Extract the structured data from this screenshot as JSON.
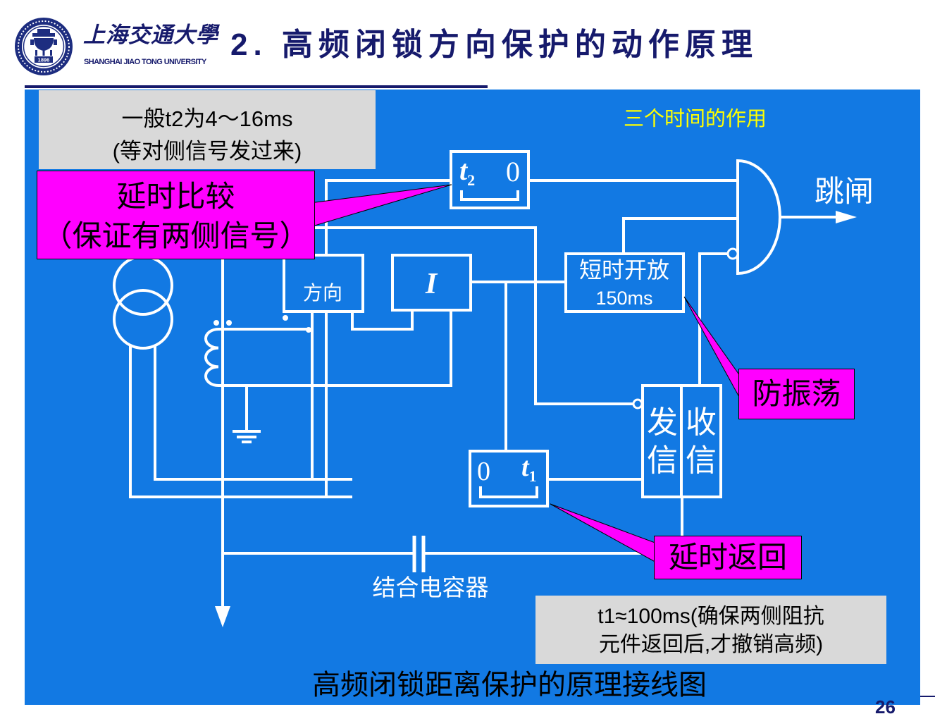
{
  "colors": {
    "title_navy": "#161a6c",
    "panel_blue": "#1279e3",
    "wire_white": "#ffffff",
    "note_gray": "#d9d9d9",
    "callout_magenta": "#ff00ff",
    "heading_yellow": "#ffff00"
  },
  "header": {
    "logo_year": "1896",
    "university_cn": "上海交通大學",
    "university_en": "SHANGHAI JIAO TONG UNIVERSITY",
    "title": "2. 高频闭锁方向保护的动作原理"
  },
  "notes": {
    "t2_note": {
      "line1": "一般t2为4～16ms",
      "line2": "(等对侧信号发过来)"
    },
    "t1_note": {
      "line1": "t1≈100ms(确保两侧阻抗",
      "line2": "元件返回后,才撤销高频)"
    }
  },
  "callouts": {
    "delay_compare": {
      "line1": "延时比较",
      "line2": "（保证有两侧信号）"
    },
    "anti_oscillation": "防振荡",
    "delay_return": "延时返回"
  },
  "diagram": {
    "heading": "三个时间的作用",
    "t2_block": {
      "symbol": "t",
      "subscript": "2",
      "zero": "0"
    },
    "t1_block": {
      "zero": "0",
      "symbol": "t",
      "subscript": "1"
    },
    "direction_block": "方向",
    "current_block": "I",
    "short_open_block": {
      "line1": "短时开放",
      "line2": "150ms"
    },
    "transceiver": {
      "send": [
        "发",
        "信"
      ],
      "receive": [
        "收",
        "信"
      ]
    },
    "trip_label": "跳闸",
    "capacitor_label": "结合电容器",
    "caption": "高频闭锁距离保护的原理接线图"
  },
  "page_number": "26"
}
